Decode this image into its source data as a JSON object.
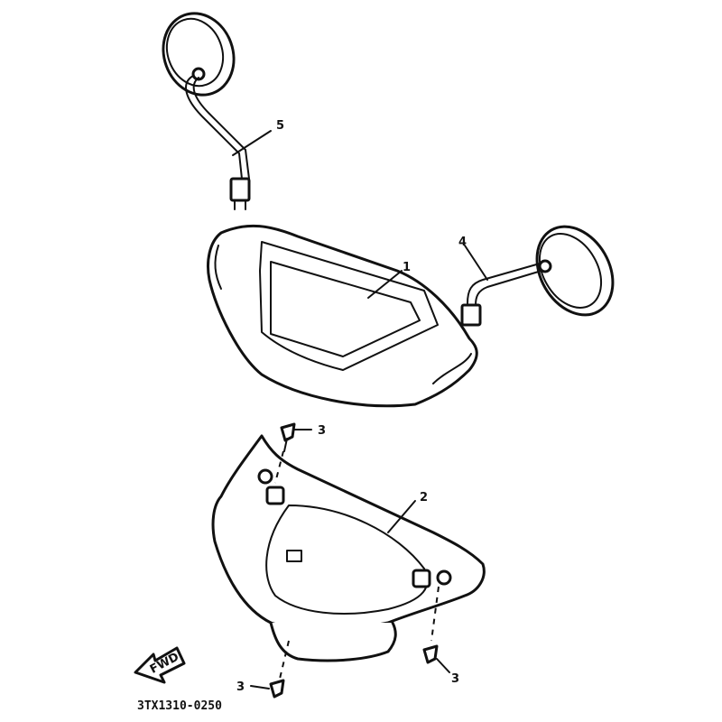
{
  "diagram_code": "3TX1310-0250",
  "direction_tag": "FWD",
  "callouts": {
    "handlebar_cover_upper": "1",
    "handlebar_cover_lower": "2",
    "screw_top": "3",
    "screw_right": "3",
    "screw_bottom": "3",
    "mirror_right": "4",
    "mirror_left": "5"
  }
}
